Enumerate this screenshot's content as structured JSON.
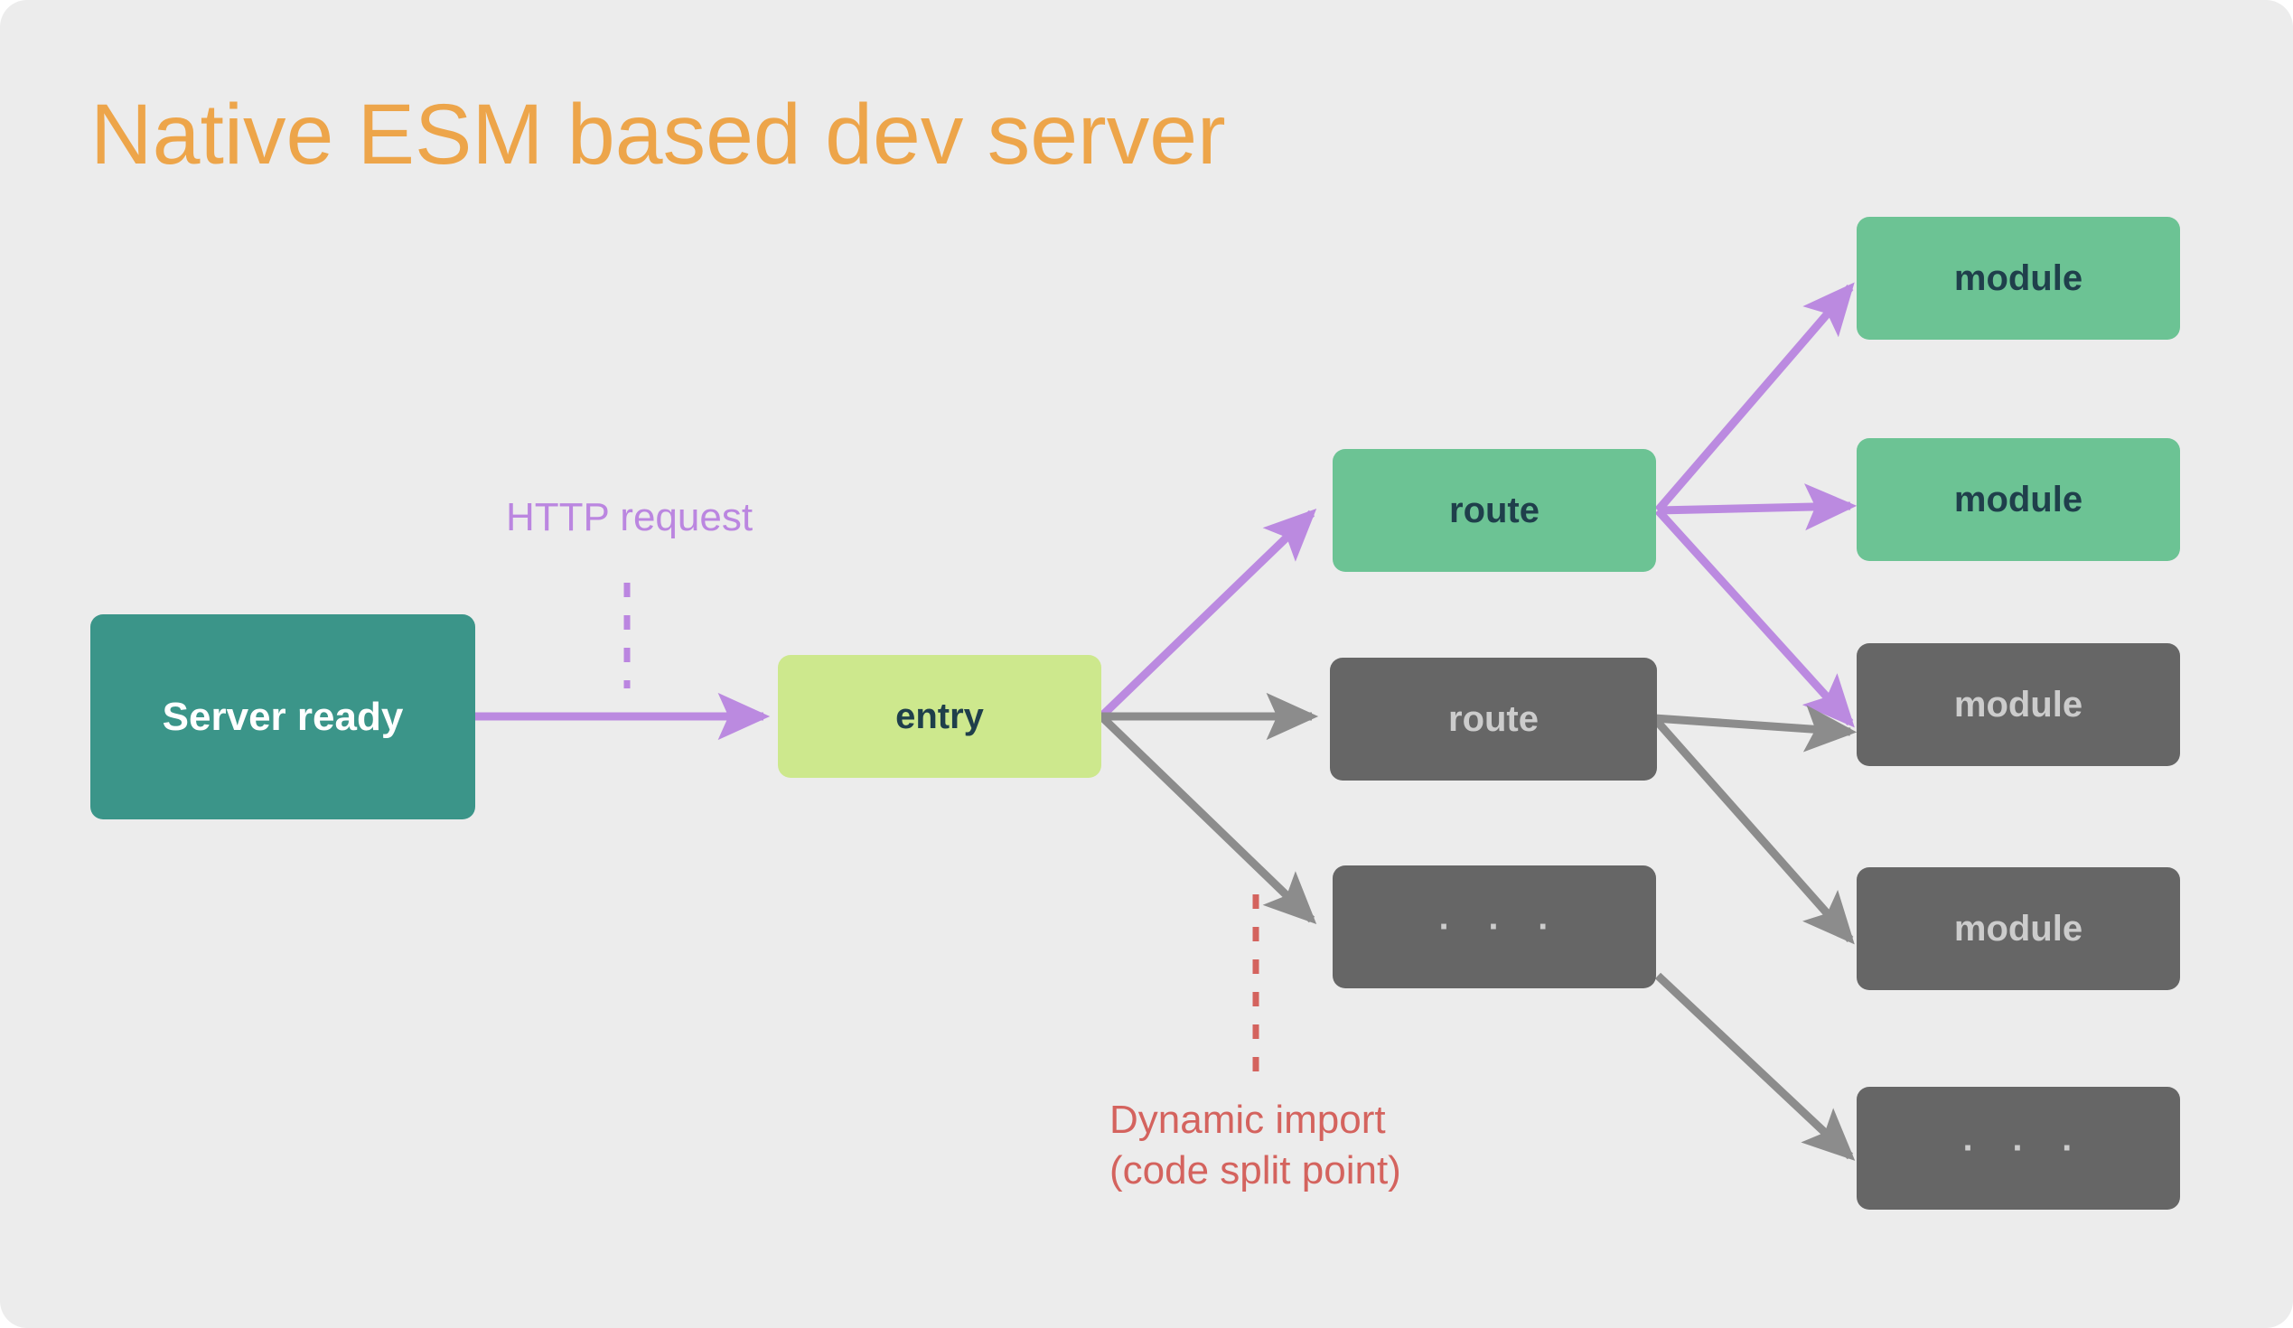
{
  "page": {
    "title": "Native ESM based dev server",
    "background_color": "#ececec",
    "title_color": "#eda54a"
  },
  "colors": {
    "teal": "#3b9589",
    "lime": "#cde88d",
    "green": "#6cc394",
    "gray": "#666666",
    "gray_text": "#cccccc",
    "dark_text": "#1f3f4b",
    "purple_edge": "#bb8ae0",
    "gray_edge": "#8c8c8c",
    "red_label": "#d4635e",
    "purple_label": "#bb86e0"
  },
  "nodes": [
    {
      "id": "server-ready",
      "label": "Server\nready",
      "kind": "teal"
    },
    {
      "id": "entry",
      "label": "entry",
      "kind": "lime"
    },
    {
      "id": "route-green",
      "label": "route",
      "kind": "green"
    },
    {
      "id": "route-gray",
      "label": "route",
      "kind": "gray"
    },
    {
      "id": "ellipsis-mid",
      "label": "· · ·",
      "kind": "gray"
    },
    {
      "id": "module-g1",
      "label": "module",
      "kind": "green"
    },
    {
      "id": "module-g2",
      "label": "module",
      "kind": "green"
    },
    {
      "id": "module-d1",
      "label": "module",
      "kind": "gray"
    },
    {
      "id": "module-d2",
      "label": "module",
      "kind": "gray"
    },
    {
      "id": "ellipsis-end",
      "label": "· · ·",
      "kind": "gray"
    }
  ],
  "labels": {
    "http_request": "HTTP request",
    "dynamic_import": "Dynamic import\n(code split point)"
  },
  "edges": [
    {
      "from": "server-ready",
      "to": "entry",
      "color": "purple"
    },
    {
      "from": "entry",
      "to": "route-green",
      "color": "purple"
    },
    {
      "from": "entry",
      "to": "route-gray",
      "color": "gray"
    },
    {
      "from": "entry",
      "to": "ellipsis-mid",
      "color": "gray"
    },
    {
      "from": "route-green",
      "to": "module-g1",
      "color": "purple"
    },
    {
      "from": "route-green",
      "to": "module-g2",
      "color": "purple"
    },
    {
      "from": "route-green",
      "to": "module-d1",
      "color": "purple"
    },
    {
      "from": "route-gray",
      "to": "module-d1",
      "color": "gray"
    },
    {
      "from": "route-gray",
      "to": "module-d2",
      "color": "gray"
    },
    {
      "from": "ellipsis-mid",
      "to": "ellipsis-end",
      "color": "gray"
    }
  ]
}
